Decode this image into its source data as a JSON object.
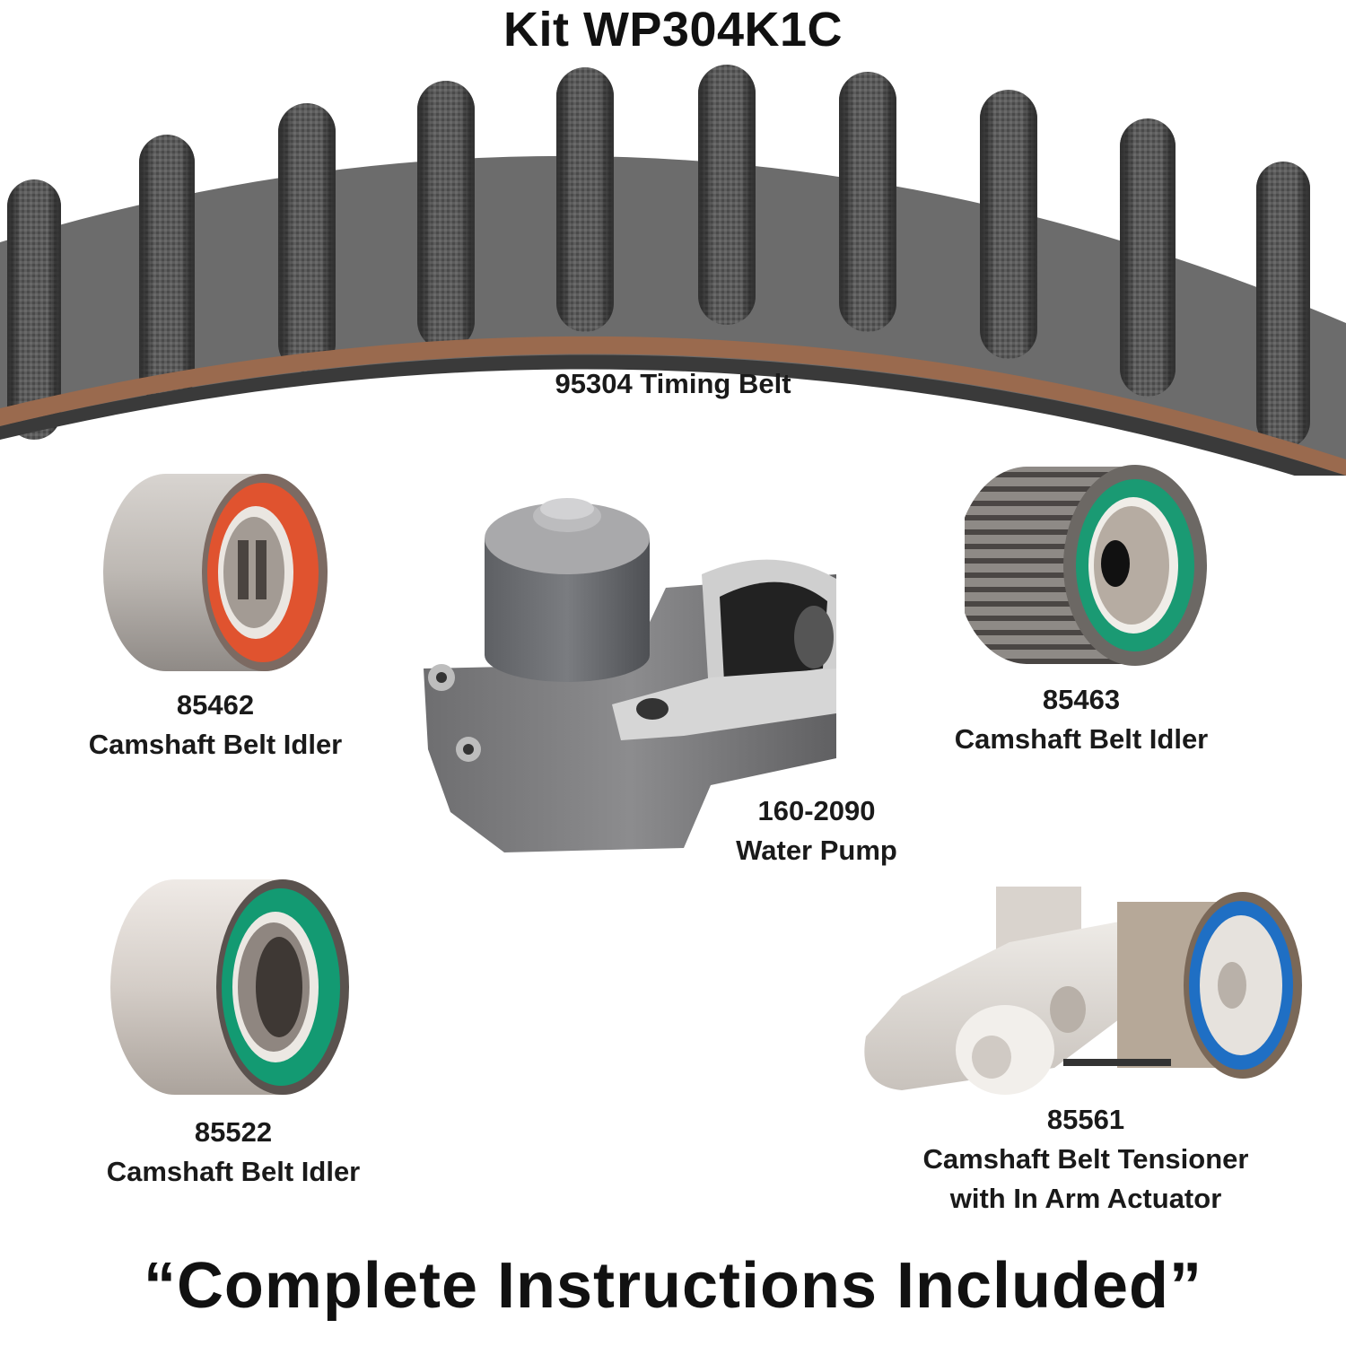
{
  "kit": {
    "title": "Kit WP304K1C"
  },
  "parts": {
    "timing_belt": {
      "part_number": "95304",
      "caption": "95304 Timing Belt"
    },
    "idler_85462": {
      "part_number": "85462",
      "name": "Camshaft Belt Idler",
      "seal_color": "#e0532f"
    },
    "idler_85463": {
      "part_number": "85463",
      "name": "Camshaft Belt Idler",
      "seal_color": "#1a9a73"
    },
    "water_pump": {
      "part_number": "160-2090",
      "name": "Water Pump"
    },
    "idler_85522": {
      "part_number": "85522",
      "name": "Camshaft Belt Idler",
      "seal_color": "#139a72"
    },
    "tensioner_85561": {
      "part_number": "85561",
      "name_line1": "Camshaft Belt Tensioner",
      "name_line2": "with In Arm Actuator",
      "seal_color": "#1f6fc4"
    }
  },
  "footer": {
    "tagline": "“Complete Instructions Included”"
  },
  "colors": {
    "belt_gray": "#5a5a5a",
    "belt_backing": "#9a6a4e",
    "background": "#ffffff"
  }
}
